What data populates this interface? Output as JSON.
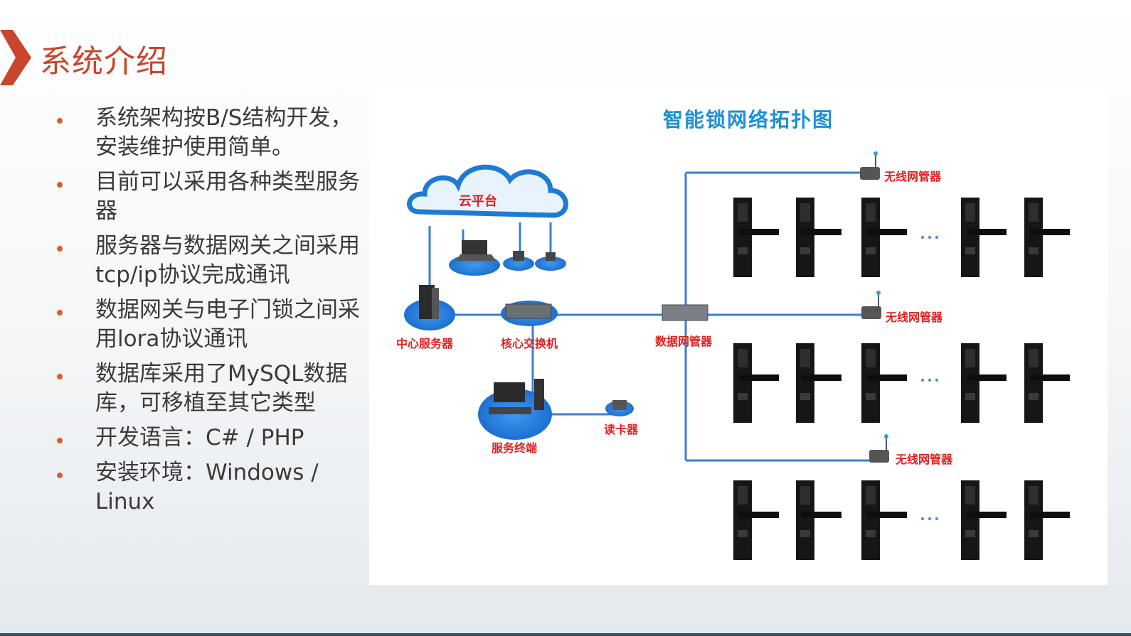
{
  "slide": {
    "title": "系统介绍",
    "bullets": [
      "系统架构按B/S结构开发，安装维护使用简单。",
      "目前可以采用各种类型服务器",
      "服务器与数据网关之间采用tcp/ip协议完成通讯",
      "数据网关与电子门锁之间采用lora协议通讯",
      "数据库采用了MySQL数据库，可移植至其它类型",
      "开发语言：C# / PHP",
      "安装环境：Windows / Linux"
    ]
  },
  "diagram": {
    "title": "智能锁网络拓扑图",
    "labels": {
      "cloud": "云平台",
      "central_server": "中心服务器",
      "core_switch": "核心交换机",
      "data_gateway": "数据网管器",
      "service_terminal": "服务终端",
      "card_reader": "读卡器",
      "wireless_1": "无线网管器",
      "wireless_2": "无线网管器",
      "wireless_3": "无线网管器"
    },
    "ellipsis": "···"
  },
  "colors": {
    "title_accent": "#c8462c",
    "bullet_dot": "#d85f2a",
    "diagram_line": "#3a7fd0",
    "diagram_title": "#1b8fd8",
    "node_label": "#e02020"
  }
}
